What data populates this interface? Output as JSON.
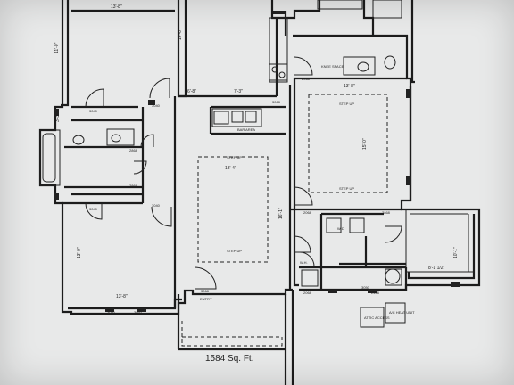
{
  "plan": {
    "area_label": "1584 Sq. Ft.",
    "dimensions": {
      "bed1_width": "13'-8\"",
      "bed1_depth": "11'-0\"",
      "dining_side": "14'-0\"",
      "kitchen_top": "7'-3\"",
      "kitchen_left": "6'-8\"",
      "living_width": "13'-4\"",
      "bed2_width": "13'-8\"",
      "bed2_depth": "13'-0\"",
      "master_width": "13'-8\"",
      "master_depth": "15'-0\"",
      "porch_width": "8'-1 1/2\"",
      "porch_depth": "10'-1\"",
      "side_dim": "16'-1\"",
      "closet_dim": "3'-3\""
    },
    "labels": {
      "step_up": "STEP UP",
      "step_up_living": "STEP UP",
      "step_up_master_top": "STEP UP",
      "step_up_master_bottom": "STEP UP",
      "bar_area": "BAR AREA",
      "attic_access": "ATTIC ACCESS",
      "ac_unit": "A/C HEAT UNIT",
      "knee_space": "KNEE SPACE",
      "entry": "ENTRY",
      "wh": "W.H.",
      "wd": "W D"
    },
    "window_codes": [
      "3040",
      "3040",
      "3040",
      "3040",
      "3050",
      "3050",
      "3050",
      "2068",
      "2068",
      "2868",
      "2868",
      "2868",
      "3068",
      "2068",
      "2468",
      "3068"
    ]
  }
}
